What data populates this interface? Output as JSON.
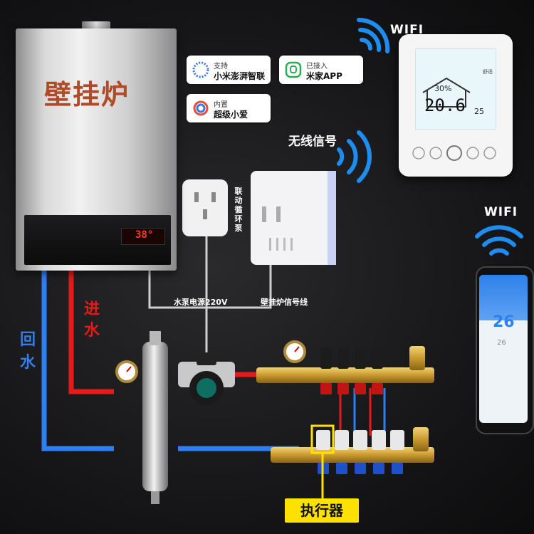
{
  "colors": {
    "hot_pipe": "#e31b1b",
    "cold_pipe": "#2f7ff0",
    "wire": "#cfcfcf",
    "label_text": "#ffffff",
    "highlight": "#ffe100"
  },
  "boiler": {
    "title": "壁挂炉",
    "display_temp": "38°"
  },
  "badges": [
    {
      "line1": "支持",
      "line2": "小米澎湃智联",
      "icon": "xiaomi-hyperconnect-icon"
    },
    {
      "line1": "已接入",
      "line2": "米家APP",
      "icon": "mijia-icon"
    },
    {
      "line1": "内置",
      "line2": "超级小爱",
      "icon": "xiaoai-icon"
    }
  ],
  "labels": {
    "wifi_top": "WIFI",
    "wifi_phone": "WIFI",
    "wireless_signal": "无线信号",
    "inlet_water": "进水",
    "return_water": "回水",
    "linked_pump": "联动循环泵",
    "pump_power": "水泵电源220V",
    "boiler_signal_line": "壁挂炉信号线",
    "actuator": "执行器"
  },
  "thermostat": {
    "humidity": "30%",
    "temperature": "20.6",
    "set_temp": "25",
    "mode_text": "舒适"
  },
  "phone": {
    "temperature": "26",
    "secondary_temp": "26"
  }
}
